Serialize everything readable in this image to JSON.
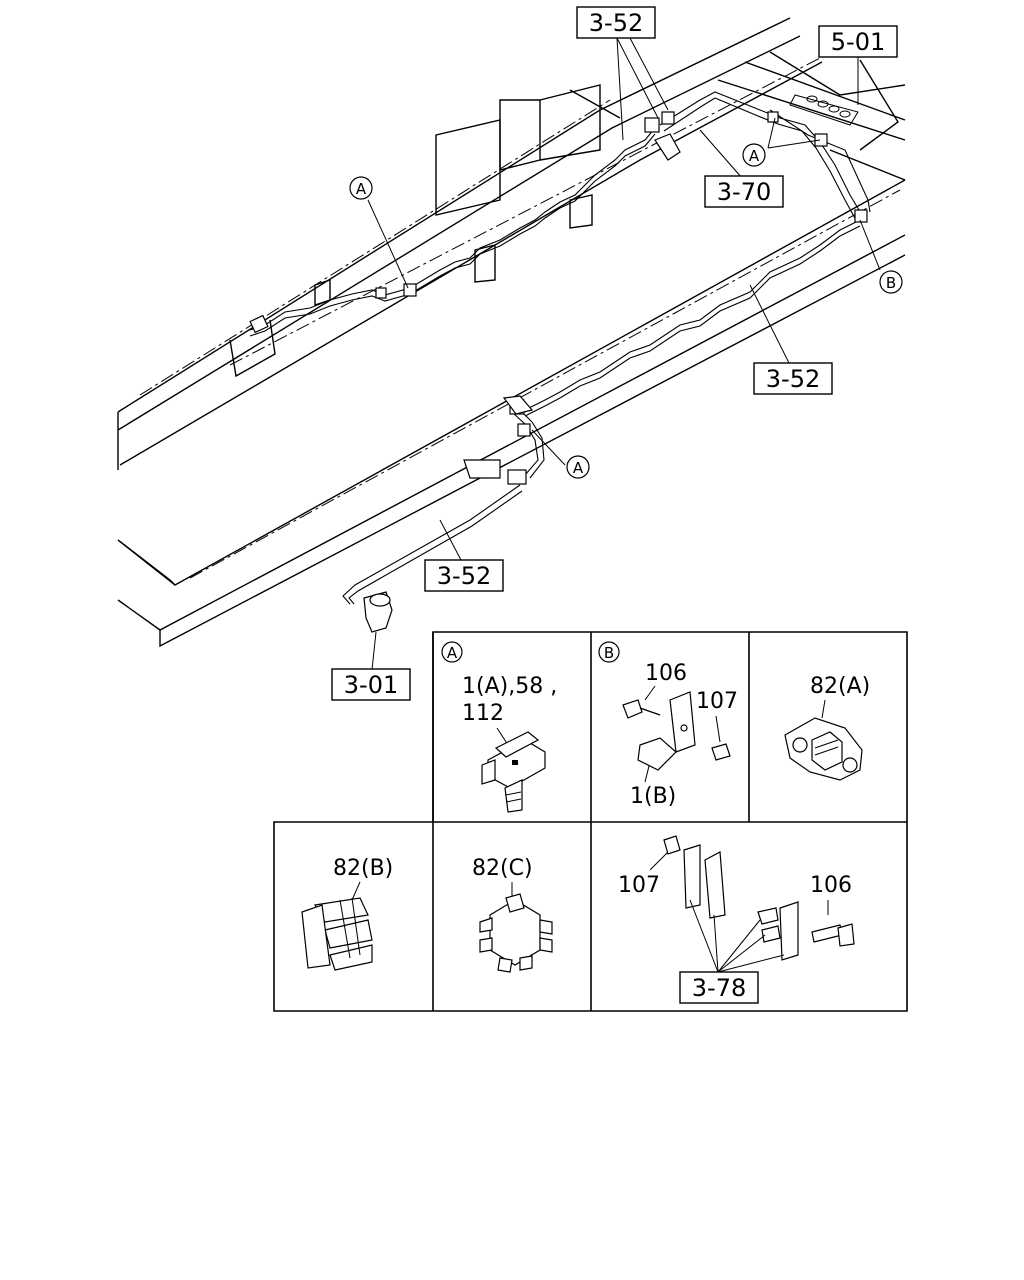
{
  "callouts": {
    "ref_top_352": "3-52",
    "ref_501": "5-01",
    "ref_370": "3-70",
    "ref_mid_352": "3-52",
    "ref_low_352": "3-52",
    "ref_301": "3-01",
    "ref_378": "3-78"
  },
  "circle_markers": {
    "a_upper_left": "A",
    "a_upper_right": "A",
    "b_right": "B",
    "a_lower": "A"
  },
  "detail_panels": {
    "panel_a": {
      "marker": "A",
      "label_line1": "1(A),58 ,",
      "label_line2": "112"
    },
    "panel_b": {
      "marker": "B",
      "bolt": "106",
      "nut": "107",
      "clip": "1(B)"
    },
    "panel_82a": {
      "label": "82(A)"
    },
    "panel_82b": {
      "label": "82(B)"
    },
    "panel_82c": {
      "label": "82(C)"
    },
    "panel_378": {
      "nut": "107",
      "bolt": "106"
    }
  }
}
